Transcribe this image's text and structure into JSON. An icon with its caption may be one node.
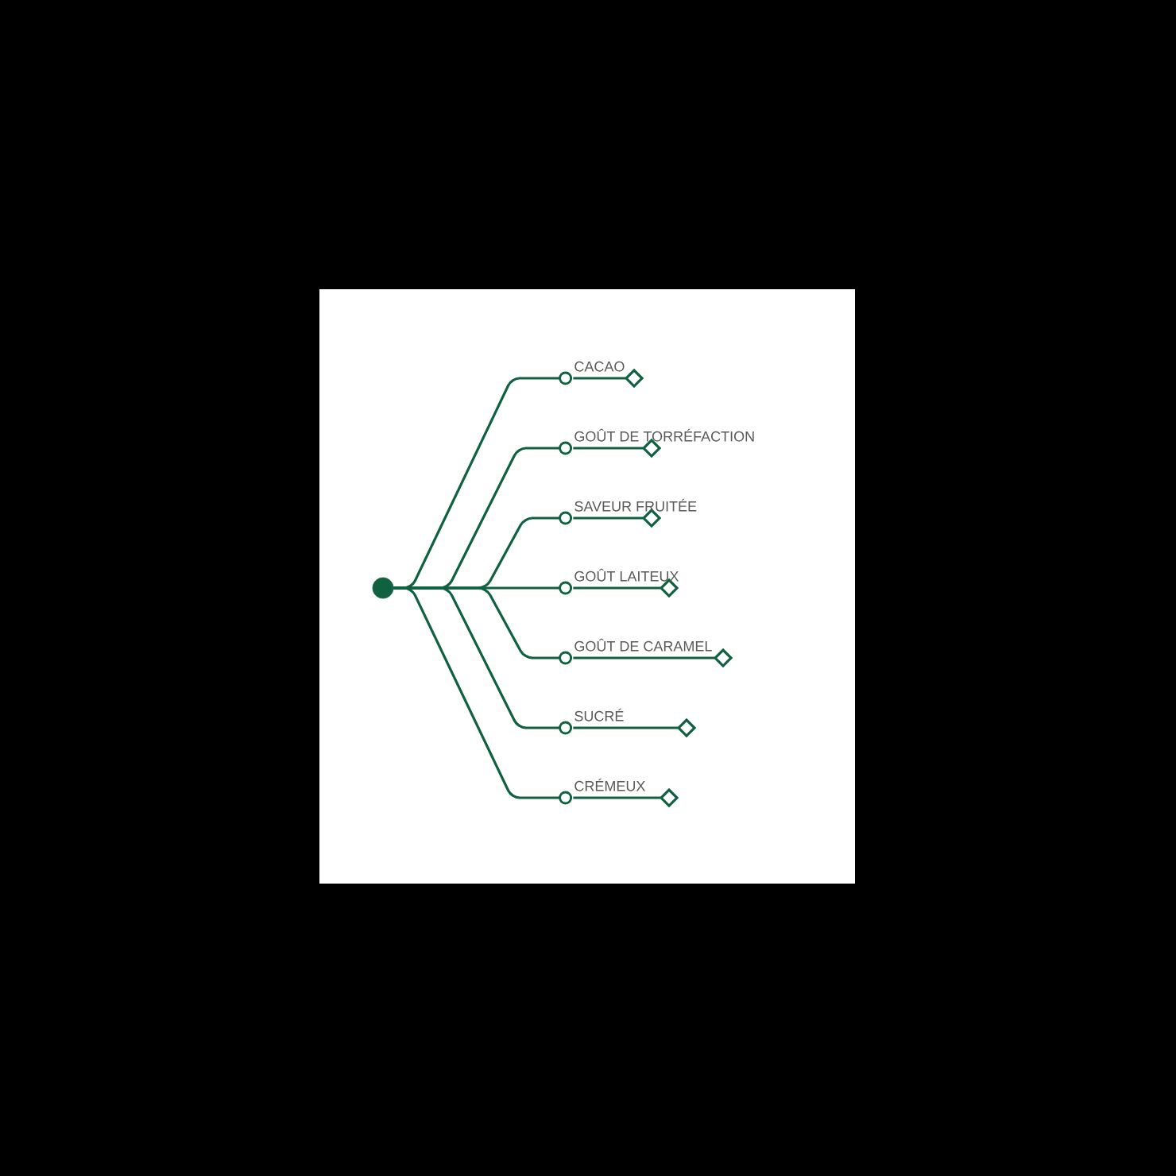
{
  "diagram": {
    "nodes": [
      {
        "text": [],
        "shape": "circle"
      },
      {
        "text": [
          "CACAO"
        ]
      },
      {
        "text": [
          "GOÛT DE TORRÉFACTION"
        ]
      },
      {
        "text": [
          "SAVEUR FRUITÉE"
        ]
      },
      {
        "text": [
          "GOÛT LAITEUX"
        ]
      },
      {
        "text": [
          "GOÛT DE CARAMEL"
        ]
      },
      {
        "text": [
          "SUCRÉ"
        ]
      },
      {
        "text": [
          "CRÉMEUX"
        ]
      }
    ],
    "edges": [
      {
        "from": 0,
        "to": 1,
        "arrow": "other"
      },
      {
        "from": 0,
        "to": 2,
        "arrow": "other"
      },
      {
        "from": 0,
        "to": 3,
        "arrow": "other"
      },
      {
        "from": 0,
        "to": 4,
        "arrow": "other"
      },
      {
        "from": 0,
        "to": 5,
        "arrow": "other"
      },
      {
        "from": 0,
        "to": 6,
        "arrow": "other"
      },
      {
        "from": 0,
        "to": 7,
        "arrow": "other"
      }
    ]
  }
}
